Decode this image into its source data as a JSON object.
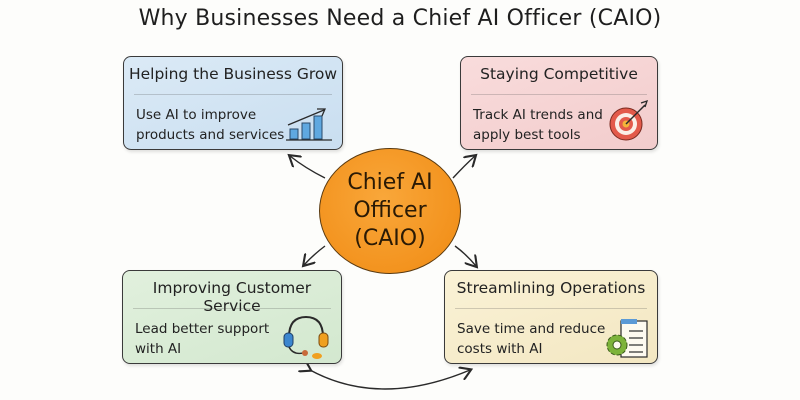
{
  "title": "Why Businesses Need a Chief AI Officer (CAIO)",
  "hub": {
    "lines": [
      "Chief AI",
      "Officer",
      "(CAIO)"
    ],
    "color": "#f29418"
  },
  "cards": [
    {
      "id": "grow",
      "heading": "Helping the Business Grow",
      "body": [
        "Use AI to improve",
        "products and services"
      ],
      "icon": "bar-chart-growth-icon",
      "color": "#d3e4f3"
    },
    {
      "id": "competitive",
      "heading": "Staying Competitive",
      "body": [
        "Track AI trends and",
        "apply best tools"
      ],
      "icon": "target-dart-icon",
      "color": "#f6d4d4"
    },
    {
      "id": "customer",
      "heading": "Improving Customer Service",
      "body": [
        "Lead better support",
        "with AI"
      ],
      "icon": "headset-icon",
      "color": "#dbecd7"
    },
    {
      "id": "operations",
      "heading": "Streamlining Operations",
      "body": [
        "Save time and reduce",
        "costs with AI"
      ],
      "icon": "gear-document-icon",
      "color": "#f7edcc"
    }
  ]
}
